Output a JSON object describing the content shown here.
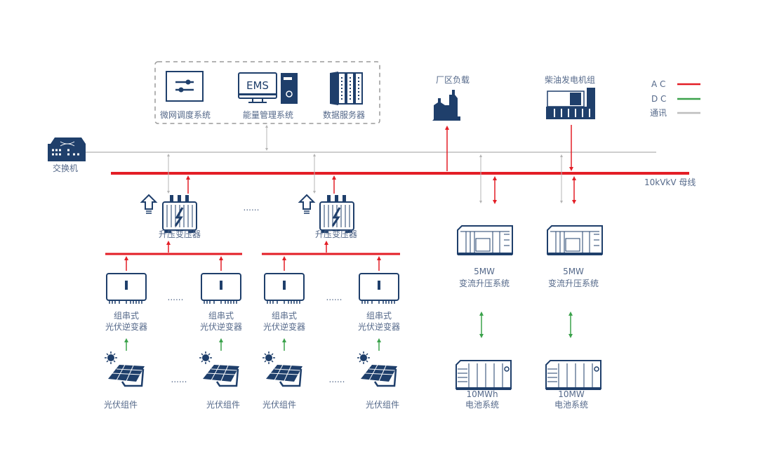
{
  "colors": {
    "ac": "#e31e26",
    "dc": "#3ba24b",
    "comm": "#bdbdbd",
    "icon": "#1f3f6b",
    "text": "#55698a"
  },
  "control_box": {
    "dispatch": "微网调度系统",
    "ems_screen": "EMS",
    "ems": "能量管理系统",
    "server": "数据服务器"
  },
  "switch": "交换机",
  "bus_label": "10kVkV 母线",
  "load": "厂区负载",
  "genset": "柴油发电机组",
  "legend": [
    {
      "label": "A C",
      "color": "#e31e26"
    },
    {
      "label": "D C",
      "color": "#3ba24b"
    },
    {
      "label": "通讯",
      "color": "#bdbdbd"
    }
  ],
  "transformer": "升压变压器",
  "ellipsis": "......",
  "inverter": {
    "line1": "组串式",
    "line2": "光伏逆变器"
  },
  "pv_module": "光伏组件",
  "pcs": [
    {
      "line1": "5MW",
      "line2": "变流升压系统"
    },
    {
      "line1": "5MW",
      "line2": "变流升压系统"
    }
  ],
  "battery": [
    {
      "line1": "10MWh",
      "line2": "电池系统"
    },
    {
      "line1": "10MW",
      "line2": "电池系统"
    }
  ]
}
